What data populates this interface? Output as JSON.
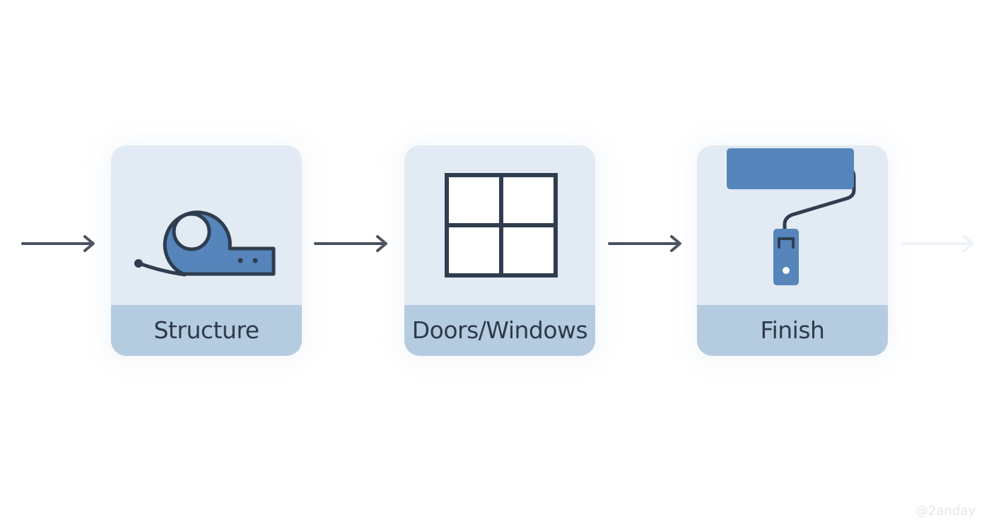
{
  "diagram": {
    "steps": [
      {
        "label": "Structure",
        "icon": "tape-measure-icon"
      },
      {
        "label": "Doors/Windows",
        "icon": "window-icon"
      },
      {
        "label": "Finish",
        "icon": "paint-roller-icon"
      }
    ],
    "colors": {
      "card_background": "#e2eaf3",
      "label_band": "#b5cbe0",
      "icon_blue": "#5585ba",
      "outline": "#2f3d4f",
      "arrow": "#4a5260",
      "faded_arrow": "#eef2f6"
    }
  },
  "watermark": "@2anday"
}
